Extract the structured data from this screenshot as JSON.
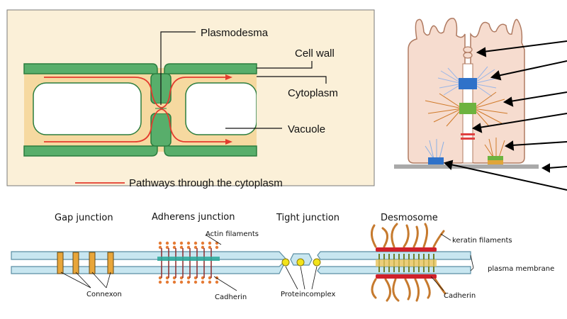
{
  "plasmodesma_panel": {
    "labels": {
      "plasmodesma": "Plasmodesma",
      "cell_wall": "Cell wall",
      "cytoplasm": "Cytoplasm",
      "vacuole": "Vacuole"
    },
    "legend": "Pathways through the cytoplasm",
    "colors": {
      "background": "#fbf0d8",
      "wall": "#58ae6b",
      "wall_dark": "#2b7d3e",
      "cytoplasm": "#f6d9a0",
      "pathway": "#e33b2e"
    }
  },
  "epithelial_panel": {
    "colors": {
      "cell": "#f6dccf",
      "cell_border": "#b07b62",
      "basement": "#a9a9a9"
    }
  },
  "junctions_panel": {
    "titles": {
      "gap": "Gap junction",
      "adherens": "Adherens junction",
      "tight": "Tight junction",
      "desmosome": "Desmosome"
    },
    "labels": {
      "actin": "Actin filaments",
      "connexon": "Connexon",
      "cadherin_1": "Cadherin",
      "protein_complex": "Proteincomplex",
      "keratin": "keratin filaments",
      "plasma_membrane": "plasma membrane",
      "cadherin_2": "Cadherin"
    },
    "colors": {
      "membrane": "#c8e6f0",
      "membrane_border": "#5a8ea3",
      "connexon": "#e8a63a",
      "tight": "#f2e31a",
      "desmo": "#d0202a",
      "filament": "#c67a2e"
    }
  }
}
